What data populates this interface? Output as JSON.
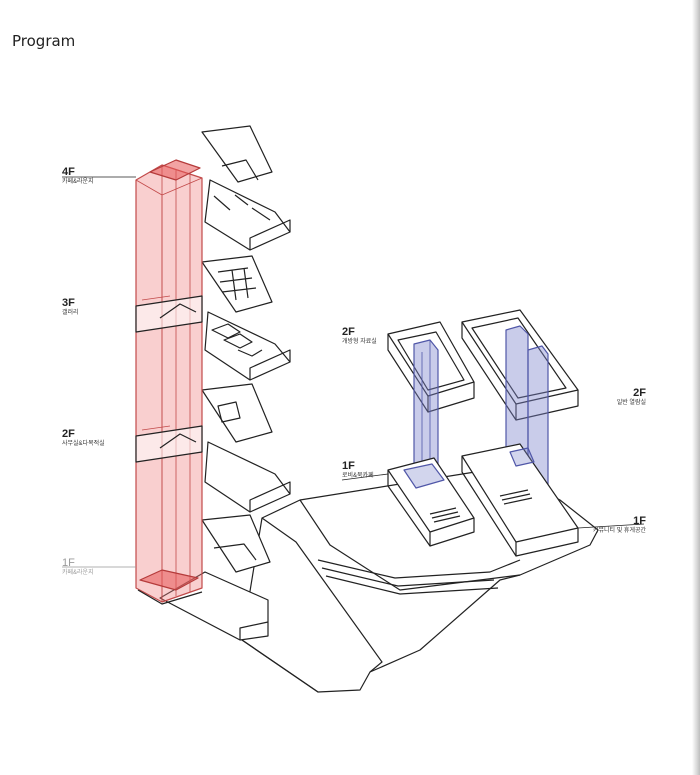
{
  "title": "Program",
  "colors": {
    "red_volume": "#f08080",
    "blue_volume": "#7f86cc",
    "line": "#222222"
  },
  "left_tower": {
    "levels": [
      {
        "floor": "4F",
        "name": "카페&라운지"
      },
      {
        "floor": "3F",
        "name": "갤러리"
      },
      {
        "floor": "2F",
        "name": "사무실&다목적실"
      },
      {
        "floor": "1F",
        "name": "카페&라운지"
      }
    ]
  },
  "right_blocks": {
    "left_upper": {
      "floor": "2F",
      "name": "개방형 자료실"
    },
    "left_lower": {
      "floor": "1F",
      "name": "로비&북카페"
    },
    "right_upper": {
      "floor": "2F",
      "name": "일반 열람실"
    },
    "right_lower": {
      "floor": "1F",
      "name": "커뮤니티 및 휴게공간"
    }
  }
}
